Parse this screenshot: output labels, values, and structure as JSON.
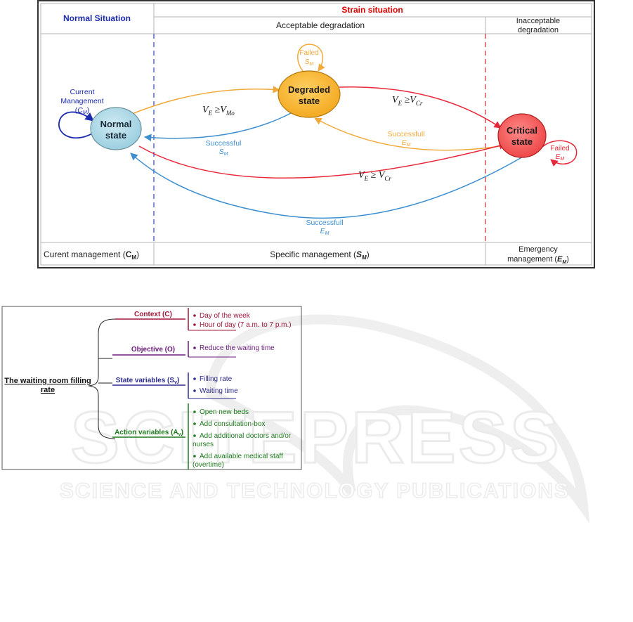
{
  "diagram1": {
    "header": {
      "normal_situation": "Normal Situation",
      "strain_situation": "Strain situation",
      "acceptable_degradation": "Acceptable degradation",
      "inacceptable_degradation_l1": "Inacceptable",
      "inacceptable_degradation_l2": "degradation"
    },
    "footer": {
      "current_management": "Curent management (",
      "current_management_sym": "C",
      "current_management_sub": "M",
      "current_management_close": ")",
      "specific_management": "Specific management (",
      "specific_management_sym": "S",
      "specific_management_sub": "M",
      "specific_management_close": ")",
      "emergency_management_l1": "Emergency",
      "emergency_management_l2": "management (",
      "emergency_management_sym": "E",
      "emergency_management_sub": "M",
      "emergency_management_close": ")"
    },
    "states": {
      "normal_l1": "Normal",
      "normal_l2": "state",
      "degraded_l1": "Degraded",
      "degraded_l2": "state",
      "critical_l1": "Critical",
      "critical_l2": "state"
    },
    "labels": {
      "current_mgmt_l1": "Current",
      "current_mgmt_l2": "Management",
      "current_mgmt_l3_open": "(",
      "current_mgmt_l3_sym": "C",
      "current_mgmt_l3_sub": "M",
      "current_mgmt_l3_close": ")",
      "failed_sm_l1": "Failed",
      "failed_sm_sym": "S",
      "failed_sm_sub": "M",
      "failed_em_l1": "Failed",
      "failed_em_sym": "E",
      "failed_em_sub": "M",
      "successful_sm_l1": "Successful",
      "successful_sm_sym": "S",
      "successful_sm_sub": "M",
      "successfull_em_top_l1": "Successfull",
      "successfull_em_top_sym": "E",
      "successfull_em_top_sub": "M",
      "successfull_em_bottom_l1": "Successfull",
      "successfull_em_bottom_sym": "E",
      "successfull_em_bottom_sub": "M",
      "cond_ve_vmo_v1": "V",
      "cond_ve_vmo_sub1": "E",
      "cond_ve_vmo_op": " ≥",
      "cond_ve_vmo_v2": "V",
      "cond_ve_vmo_sub2": "Mo",
      "cond_ve_vcr_top_v1": "V",
      "cond_ve_vcr_top_sub1": "E",
      "cond_ve_vcr_top_op": " ≥",
      "cond_ve_vcr_top_v2": "V",
      "cond_ve_vcr_top_sub2": "Cr",
      "cond_ve_vcr_bottom_v1": "V",
      "cond_ve_vcr_bottom_sub1": "E",
      "cond_ve_vcr_bottom_op": " ≥ ",
      "cond_ve_vcr_bottom_v2": "V",
      "cond_ve_vcr_bottom_sub2": "Cr"
    },
    "colors": {
      "normal_fill": "#add8e6",
      "degraded_fill": "#f7b733",
      "critical_fill": "#f56262",
      "blue_arrow": "#3d8fd0",
      "orange_arrow": "#f2a93b",
      "red_arrow": "#e8283a",
      "navy": "#1c2bb0",
      "red_header": "#e00000"
    }
  },
  "diagram2": {
    "root_l1": "The waiting room filling",
    "root_l2": "rate",
    "context": {
      "title": "Context (C)",
      "items": [
        "Day of the week",
        "Hour of day (7 a.m. to 7 p.m.)"
      ]
    },
    "objective": {
      "title": "Objective (O)",
      "items": [
        "Reduce the waiting time"
      ]
    },
    "state": {
      "title": "State variables (S",
      "title_sub": "v",
      "title_close": ")",
      "items": [
        "Filling rate",
        "Waiting time"
      ]
    },
    "action": {
      "title": "Action variables (A",
      "title_sub": "v",
      "title_close": ")",
      "items": [
        "Open new beds",
        "Add consultation-box",
        "Add additional doctors and/or",
        "nurses",
        "Add available medical staff",
        "(overtime)"
      ]
    },
    "colors": {
      "context": "#a0173a",
      "objective": "#6a1b7a",
      "state": "#2c2a8c",
      "action": "#1e7a1e"
    }
  },
  "watermark": {
    "line1": "SCITEPRESS",
    "line2": "SCIENCE AND TECHNOLOGY PUBLICATIONS"
  }
}
